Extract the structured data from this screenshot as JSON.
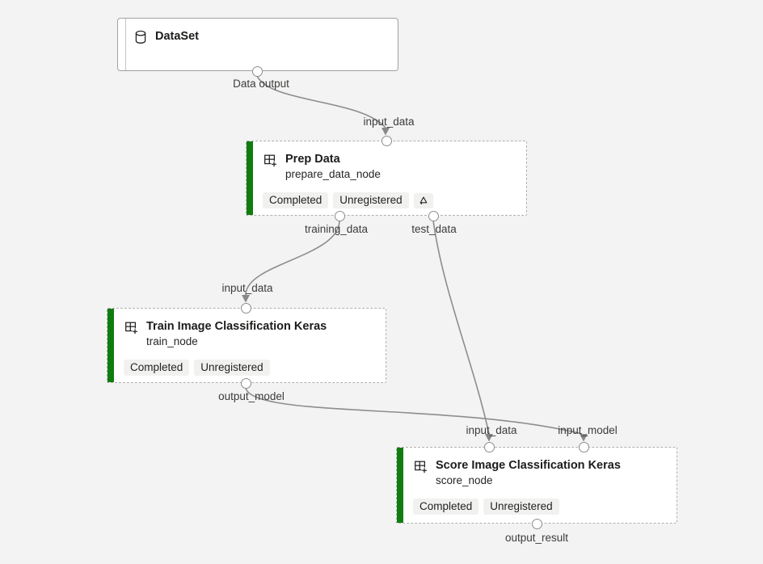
{
  "canvas": {
    "background_color": "#f3f3f3",
    "accent_green": "#107C10",
    "edge_color": "#8f8d8b",
    "badge_background": "#f1f1ef"
  },
  "nodes": [
    {
      "id": "dataset",
      "title": "DataSet",
      "icon": "database-icon"
    },
    {
      "id": "prep_data",
      "title": "Prep Data",
      "subtitle": "prepare_data_node",
      "icon": "component-icon",
      "badges": [
        "Completed",
        "Unregistered"
      ],
      "extra_icon": "recycle-sync-icon"
    },
    {
      "id": "train",
      "title": "Train Image Classification Keras",
      "subtitle": "train_node",
      "icon": "component-icon",
      "badges": [
        "Completed",
        "Unregistered"
      ]
    },
    {
      "id": "score",
      "title": "Score Image Classification Keras",
      "subtitle": "score_node",
      "icon": "component-icon",
      "badges": [
        "Completed",
        "Unregistered"
      ]
    }
  ],
  "port_labels": [
    {
      "name": "dataset-output",
      "text": "Data output"
    },
    {
      "name": "prep-input",
      "text": "input_data"
    },
    {
      "name": "prep-output-training",
      "text": "training_data"
    },
    {
      "name": "prep-output-test",
      "text": "test_data"
    },
    {
      "name": "train-input",
      "text": "input_data"
    },
    {
      "name": "train-output",
      "text": "output_model"
    },
    {
      "name": "score-input-data",
      "text": "input_data"
    },
    {
      "name": "score-input-model",
      "text": "input_model"
    },
    {
      "name": "score-output",
      "text": "output_result"
    }
  ],
  "edges": [
    {
      "from": "DataSet.Data output",
      "to": "Prep Data.input_data"
    },
    {
      "from": "Prep Data.training_data",
      "to": "Train Image Classification Keras.input_data"
    },
    {
      "from": "Prep Data.test_data",
      "to": "Score Image Classification Keras.input_data"
    },
    {
      "from": "Train Image Classification Keras.output_model",
      "to": "Score Image Classification Keras.input_model"
    }
  ]
}
